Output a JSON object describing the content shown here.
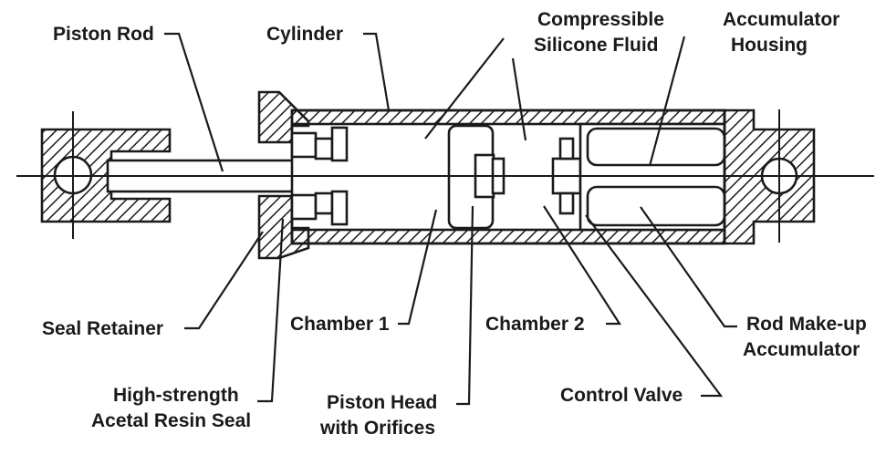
{
  "labels": {
    "piston_rod": "Piston Rod",
    "cylinder": "Cylinder",
    "fluid_line1": "Compressible",
    "fluid_line2": "Silicone Fluid",
    "accumulator_housing_line1": "Accumulator",
    "accumulator_housing_line2": "Housing",
    "seal_retainer": "Seal Retainer",
    "chamber_1": "Chamber 1",
    "chamber_2": "Chamber 2",
    "rod_makeup_line1": "Rod Make-up",
    "rod_makeup_line2": "Accumulator",
    "seal_line1": "High-strength",
    "seal_line2": "Acetal Resin Seal",
    "piston_head_line1": "Piston Head",
    "piston_head_line2": "with Orifices",
    "control_valve": "Control Valve"
  }
}
